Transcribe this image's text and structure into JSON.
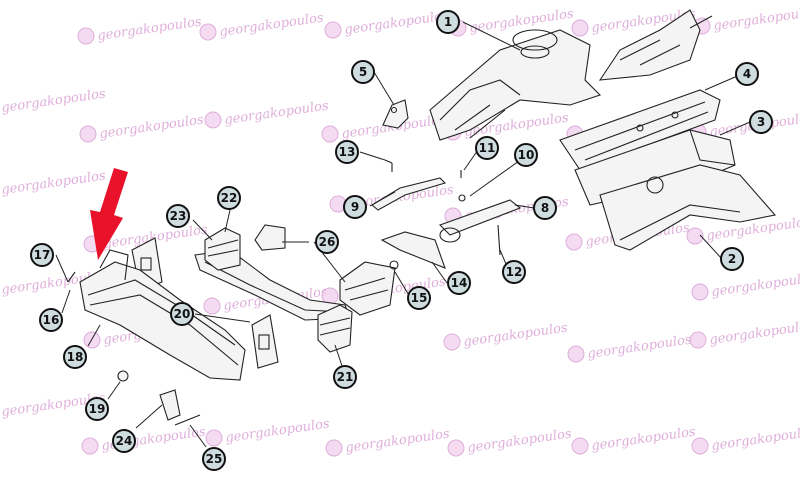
{
  "diagram": {
    "watermark_text": "georgakopoulos",
    "arrow_color": "#e8132a",
    "callout_fill": "#cfdde0",
    "callout_highlight_fill": "#ffffff",
    "callouts": [
      "1",
      "2",
      "3",
      "4",
      "5",
      "8",
      "9",
      "10",
      "11",
      "12",
      "13",
      "14",
      "15",
      "16",
      "17",
      "18",
      "19",
      "20",
      "21",
      "22",
      "23",
      "24",
      "25",
      "26"
    ]
  }
}
